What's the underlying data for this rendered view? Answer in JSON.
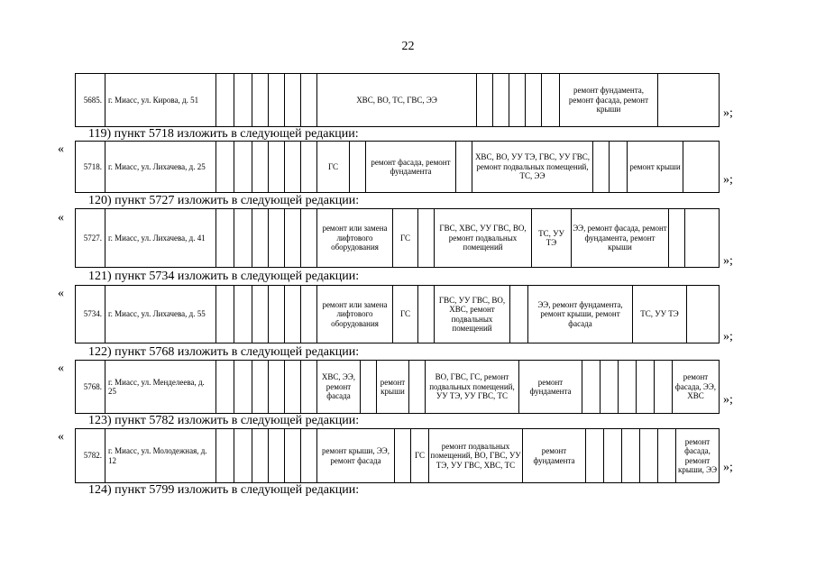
{
  "page_number": "22",
  "quote_open": "«",
  "quote_close": "»;",
  "tables": [
    {
      "number": "5685.",
      "address": "г. Миасс, ул. Кирова, д. 51",
      "cells": [
        "ХВС, ВО, ТС, ГВС, ЭЭ",
        "ремонт фундамента, ремонт фасада, ремонт крыши"
      ]
    },
    {
      "heading": "119) пункт 5718 изложить в следующей редакции:",
      "number": "5718.",
      "address": "г. Миасс, ул. Лихачева, д. 25",
      "cells": [
        "ГС",
        "ремонт фасада, ремонт фундамента",
        "ХВС, ВО, УУ ТЭ, ГВС, УУ ГВС, ремонт подвальных помещений, ТС, ЭЭ",
        "ремонт крыши"
      ]
    },
    {
      "heading": "120) пункт 5727 изложить в следующей редакции:",
      "number": "5727.",
      "address": "г. Миасс, ул. Лихачева, д. 41",
      "cells": [
        "ремонт или замена лифтового оборудования",
        "ГС",
        "ГВС, ХВС, УУ ГВС, ВО, ремонт подвальных помещений",
        "ТС, УУ ТЭ",
        "ЭЭ, ремонт фасада, ремонт фундамента, ремонт крыши"
      ]
    },
    {
      "heading": "121) пункт 5734 изложить в следующей редакции:",
      "number": "5734.",
      "address": "г. Миасс, ул. Лихачева, д. 55",
      "cells": [
        "ремонт или замена лифтового оборудования",
        "ГС",
        "ГВС, УУ ГВС, ВО, ХВС, ремонт подвальных помещений",
        "ЭЭ, ремонт фундамента, ремонт крыши, ремонт фасада",
        "ТС, УУ ТЭ"
      ]
    },
    {
      "heading": "122) пункт 5768 изложить в следующей редакции:",
      "number": "5768.",
      "address": "г. Миасс, ул. Менделеева, д. 25",
      "cells": [
        "ХВС, ЭЭ, ремонт фасада",
        "ремонт крыши",
        "ВО, ГВС, ГС, ремонт подвальных помещений, УУ ТЭ, УУ ГВС, ТС",
        "ремонт фундамента",
        "ремонт фасада, ЭЭ, ХВС"
      ]
    },
    {
      "heading": "123) пункт 5782 изложить в следующей редакции:",
      "number": "5782.",
      "address": "г. Миасс, ул. Молодежная, д. 12",
      "cells": [
        "ремонт крыши, ЭЭ, ремонт фасада",
        "ГС",
        "ремонт подвальных помещений, ВО, ГВС, УУ ТЭ, УУ ГВС, ХВС, ТС",
        "ремонт фундамента",
        "ремонт фасада, ремонт крыши, ЭЭ"
      ]
    }
  ],
  "final_heading": "124) пункт 5799 изложить в следующей редакции:"
}
